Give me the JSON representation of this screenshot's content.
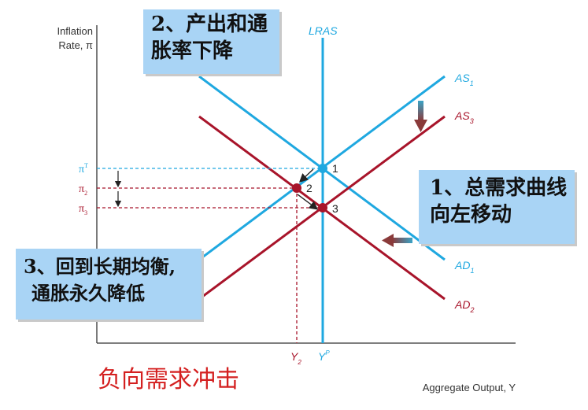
{
  "y_axis_title_line1": "Inflation",
  "y_axis_title_line2": "Rate, π",
  "x_axis_title": "Aggregate Output, Y",
  "curves": {
    "lras": "LRAS",
    "as1": "AS",
    "as1_sub": "1",
    "as3": "AS",
    "as3_sub": "3",
    "ad1": "AD",
    "ad1_sub": "1",
    "ad2": "AD",
    "ad2_sub": "2"
  },
  "ticks": {
    "piT": "π",
    "piT_sup": "T",
    "pi2": "π",
    "pi2_sub": "2",
    "pi3": "π",
    "pi3_sub": "3",
    "y2": "Y",
    "y2_sub": "2",
    "yp": "Y",
    "yp_sup": "P"
  },
  "points": {
    "p1": "1",
    "p2": "2",
    "p3": "3"
  },
  "callouts": {
    "step1_line1": "1、总需求曲线",
    "step1_line2": "向左移动",
    "step2_line1": "2、产出和通",
    "step2_line2": "胀率下降",
    "step3_line1": "3、回到长期均衡,",
    "step3_line2": "通胀永久降低"
  },
  "subtitle": "负向需求冲击",
  "colors": {
    "blue": "#1fa8e0",
    "red": "#a8142a",
    "callout_bg": "#a9d4f5",
    "subtitle": "#d42020"
  }
}
